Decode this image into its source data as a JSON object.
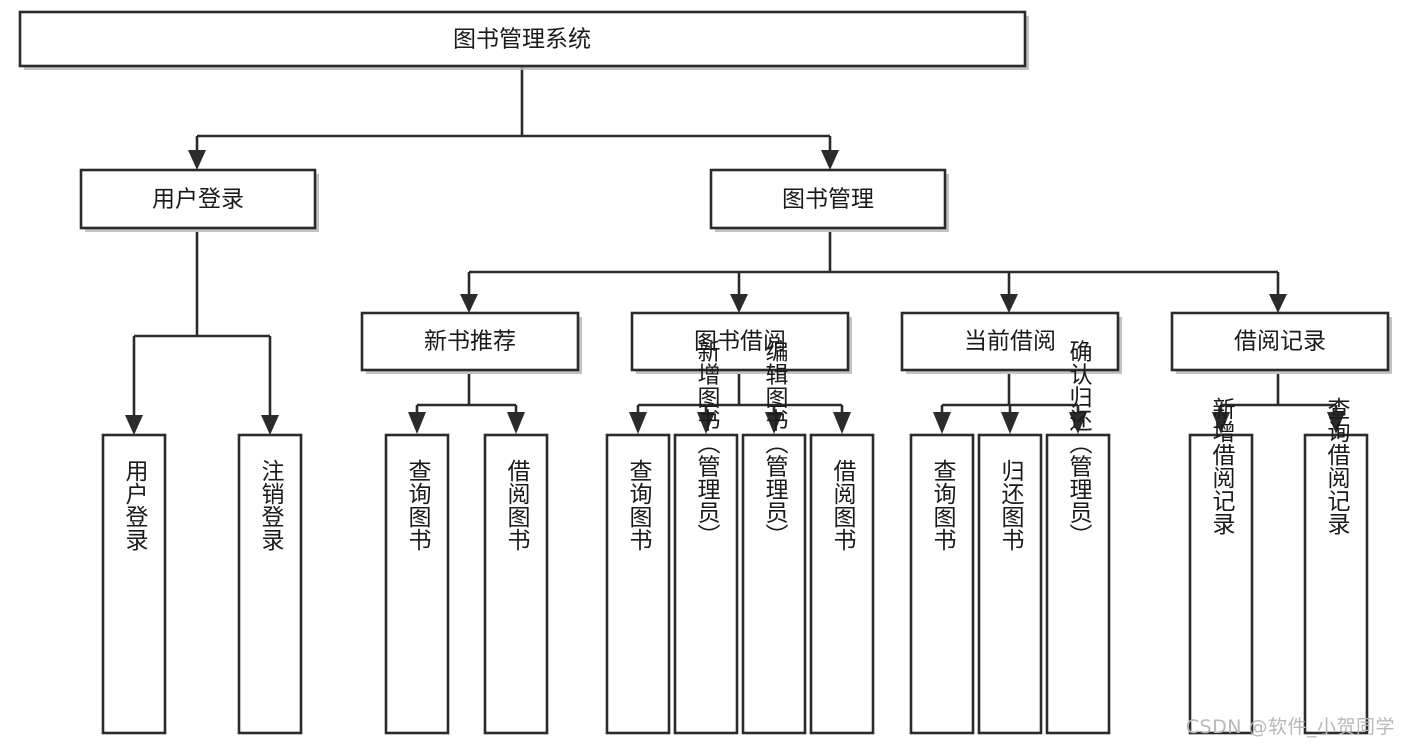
{
  "diagram": {
    "title": "图书管理系统",
    "type": "tree",
    "watermark": "CSDN @软件_小贺同学",
    "colors": {
      "box_stroke": "#2b2b2b",
      "box_fill": "#ffffff",
      "connector": "#2b2b2b",
      "text": "#1a1a1a",
      "watermark": "#b8b8b8",
      "background": "#ffffff"
    },
    "root": {
      "label": "图书管理系统",
      "orientation": "horizontal"
    },
    "level2": [
      {
        "label": "用户登录",
        "orientation": "horizontal"
      },
      {
        "label": "图书管理",
        "orientation": "horizontal"
      }
    ],
    "level3": [
      {
        "label": "新书推荐",
        "orientation": "horizontal"
      },
      {
        "label": "图书借阅",
        "orientation": "horizontal"
      },
      {
        "label": "当前借阅",
        "orientation": "horizontal"
      },
      {
        "label": "借阅记录",
        "orientation": "horizontal"
      }
    ],
    "leaves": {
      "user_login": [
        {
          "label": "用户登录",
          "orientation": "vertical"
        },
        {
          "label": "注销登录",
          "orientation": "vertical"
        }
      ],
      "new_book_recommend": [
        {
          "label": "查询图书",
          "orientation": "vertical"
        },
        {
          "label": "借阅图书",
          "orientation": "vertical"
        }
      ],
      "book_borrow": [
        {
          "label": "查询图书",
          "orientation": "vertical"
        },
        {
          "label": "新增图书（管理员）",
          "orientation": "vertical"
        },
        {
          "label": "编辑图书（管理员）",
          "orientation": "vertical"
        },
        {
          "label": "借阅图书",
          "orientation": "vertical"
        }
      ],
      "current_borrow": [
        {
          "label": "查询图书",
          "orientation": "vertical"
        },
        {
          "label": "归还图书",
          "orientation": "vertical"
        },
        {
          "label": "确认归还（管理员）",
          "orientation": "vertical"
        }
      ],
      "borrow_record": [
        {
          "label": "新增借阅记录",
          "orientation": "vertical"
        },
        {
          "label": "查询借阅记录",
          "orientation": "vertical"
        }
      ]
    }
  }
}
